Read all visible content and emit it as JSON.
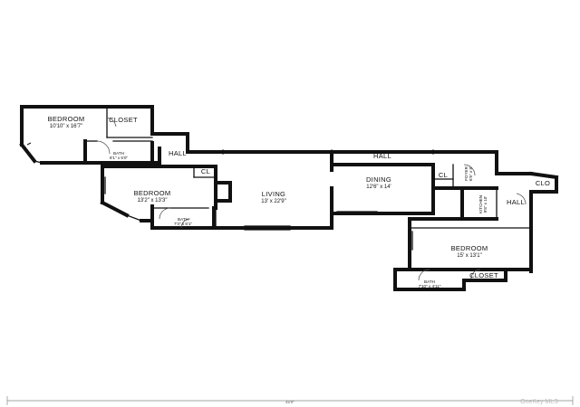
{
  "rooms": {
    "bedroom_nw": {
      "name": "BEDROOM",
      "dims": "10'10\" x 16'7\""
    },
    "closet_nw": {
      "name": "CLOSET"
    },
    "bath_nw": {
      "name": "BATH",
      "dims": "8'1\" x 5'0\""
    },
    "hall_nw": {
      "name": "HALL"
    },
    "bedroom_w": {
      "name": "BEDROOM",
      "dims": "13'2\" x 13'3\""
    },
    "cl_w": {
      "name": "CL"
    },
    "bath_w": {
      "name": "BATH",
      "dims": "7'3\" x 5'1\""
    },
    "living": {
      "name": "LIVING",
      "dims": "13' x 22'9\""
    },
    "hall_top": {
      "name": "HALL"
    },
    "dining": {
      "name": "DINING",
      "dims": "12'6\" x 14'"
    },
    "cl_mid": {
      "name": "CL"
    },
    "foyer": {
      "name": "FOYER",
      "dims": "6'5\" x 8'"
    },
    "kitchen": {
      "name": "KITCHEN",
      "dims": "9'8\" x 10'"
    },
    "clo": {
      "name": "CLO"
    },
    "hall_e": {
      "name": "HALL"
    },
    "bedroom_e": {
      "name": "BEDROOM",
      "dims": "15' x 13'1\""
    },
    "bath_e": {
      "name": "BATH",
      "dims": "7'10\" x 4'11\""
    },
    "closet_e": {
      "name": "CLOSET"
    }
  },
  "overall_width": "45'9\"",
  "watermark": "OneKey MLS"
}
